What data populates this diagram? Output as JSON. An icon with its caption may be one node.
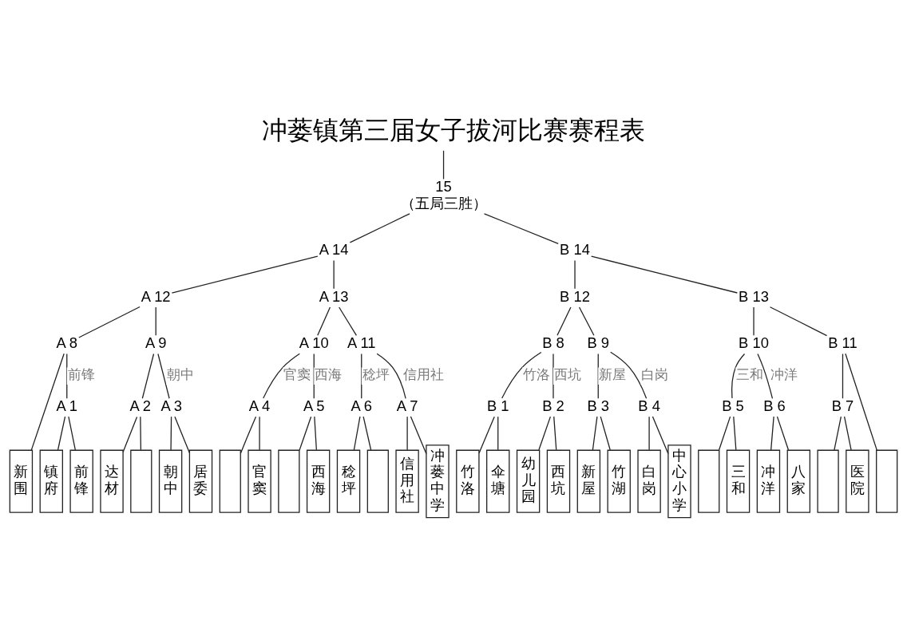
{
  "diagram": {
    "title": "冲蒌镇第三届女子拔河比赛赛程表",
    "nodes": [
      {
        "text": [
          "15",
          "（五局三胜）"
        ]
      },
      {
        "text": [
          "A 14"
        ]
      },
      {
        "text": [
          "B 14"
        ]
      },
      {
        "text": [
          "A 12"
        ]
      },
      {
        "text": [
          "A 13"
        ]
      },
      {
        "text": [
          "B 12"
        ]
      },
      {
        "text": [
          "B 13"
        ]
      },
      {
        "text": [
          "A 8"
        ]
      },
      {
        "text": [
          "A 9"
        ]
      },
      {
        "text": [
          "A 10"
        ]
      },
      {
        "text": [
          "A 11"
        ]
      },
      {
        "text": [
          "B 8"
        ]
      },
      {
        "text": [
          "B 9"
        ]
      },
      {
        "text": [
          "B 10"
        ]
      },
      {
        "text": [
          "B 11"
        ]
      },
      {
        "text": [
          "A 1"
        ]
      },
      {
        "text": [
          "A 2"
        ]
      },
      {
        "text": [
          "A 3"
        ]
      },
      {
        "text": [
          "A 4"
        ]
      },
      {
        "text": [
          "A 5"
        ]
      },
      {
        "text": [
          "A 6"
        ]
      },
      {
        "text": [
          "A 7"
        ]
      },
      {
        "text": [
          "B 1"
        ]
      },
      {
        "text": [
          "B 2"
        ]
      },
      {
        "text": [
          "B 3"
        ]
      },
      {
        "text": [
          "B 4"
        ]
      },
      {
        "text": [
          "B 5"
        ]
      },
      {
        "text": [
          "B 6"
        ]
      },
      {
        "text": [
          "B 7"
        ]
      },
      {
        "text": [
          "新围"
        ]
      },
      {
        "text": [
          "镇府"
        ]
      },
      {
        "text": [
          "前锋"
        ]
      },
      {
        "text": [
          "达材"
        ]
      },
      {
        "text": [],
        "shape": "box"
      },
      {
        "text": [
          "朝中"
        ]
      },
      {
        "text": [
          "居委"
        ]
      },
      {
        "text": [],
        "shape": "box"
      },
      {
        "text": [
          "官窦"
        ]
      },
      {
        "text": [],
        "shape": "box"
      },
      {
        "text": [
          "西海"
        ]
      },
      {
        "text": [
          "稔坪"
        ]
      },
      {
        "text": [],
        "shape": "box"
      },
      {
        "text": [
          "信用社"
        ]
      },
      {
        "text": [
          "冲蒌中学"
        ]
      },
      {
        "text": [
          "竹洛"
        ]
      },
      {
        "text": [
          "伞塘"
        ]
      },
      {
        "text": [
          "幼儿园"
        ]
      },
      {
        "text": [
          "西坑"
        ]
      },
      {
        "text": [
          "新屋"
        ]
      },
      {
        "text": [
          "竹湖"
        ]
      },
      {
        "text": [
          "白岗"
        ]
      },
      {
        "text": [
          "中心小学"
        ]
      },
      {
        "text": [],
        "shape": "box"
      },
      {
        "text": [
          "三和"
        ]
      },
      {
        "text": [
          "冲洋"
        ]
      },
      {
        "text": [
          "八家"
        ]
      },
      {
        "text": [],
        "shape": "box"
      },
      {
        "text": [
          "医院"
        ]
      },
      {
        "text": [],
        "shape": "box"
      }
    ],
    "edges": [
      {
        "from": 29,
        "to": 7,
        "arrow": "none"
      },
      {
        "from": 30,
        "to": 15,
        "arrow": "none"
      },
      {
        "from": 31,
        "to": 15,
        "arrow": "none"
      },
      {
        "from": 32,
        "to": 16,
        "arrow": "none"
      },
      {
        "from": 33,
        "to": 16,
        "arrow": "none"
      },
      {
        "from": 34,
        "to": 17,
        "arrow": "none"
      },
      {
        "from": 35,
        "to": 17,
        "arrow": "none"
      },
      {
        "from": 36,
        "to": 18,
        "arrow": "none"
      },
      {
        "from": 37,
        "to": 18,
        "arrow": "none"
      },
      {
        "from": 38,
        "to": 19,
        "arrow": "none"
      },
      {
        "from": 39,
        "to": 19,
        "arrow": "none"
      },
      {
        "from": 40,
        "to": 20,
        "arrow": "none"
      },
      {
        "from": 41,
        "to": 20,
        "arrow": "none"
      },
      {
        "from": 42,
        "to": 21,
        "arrow": "none"
      },
      {
        "from": 43,
        "to": 21,
        "arrow": "none"
      },
      {
        "from": 44,
        "to": 22,
        "arrow": "none"
      },
      {
        "from": 45,
        "to": 22,
        "arrow": "none"
      },
      {
        "from": 46,
        "to": 23,
        "arrow": "none"
      },
      {
        "from": 47,
        "to": 23,
        "arrow": "none"
      },
      {
        "from": 48,
        "to": 24,
        "arrow": "none"
      },
      {
        "from": 49,
        "to": 24,
        "arrow": "none"
      },
      {
        "from": 50,
        "to": 25,
        "arrow": "none"
      },
      {
        "from": 51,
        "to": 25,
        "arrow": "none"
      },
      {
        "from": 52,
        "to": 26,
        "arrow": "none"
      },
      {
        "from": 53,
        "to": 26,
        "arrow": "none"
      },
      {
        "from": 54,
        "to": 27,
        "arrow": "none"
      },
      {
        "from": 55,
        "to": 27,
        "arrow": "none"
      },
      {
        "from": 56,
        "to": 28,
        "arrow": "none"
      },
      {
        "from": 57,
        "to": 28,
        "arrow": "none"
      },
      {
        "from": 15,
        "to": 7,
        "arrow": "none",
        "label": "前锋"
      },
      {
        "from": 16,
        "to": 8,
        "arrow": "none"
      },
      {
        "from": 17,
        "to": 8,
        "arrow": "none",
        "label": "朝中"
      },
      {
        "from": 18,
        "to": 9,
        "arrow": "none",
        "label": "官窦"
      },
      {
        "from": 19,
        "to": 9,
        "arrow": "none",
        "label": "西海"
      },
      {
        "from": 20,
        "to": 10,
        "arrow": "none",
        "label": "稔坪"
      },
      {
        "from": 21,
        "to": 10,
        "arrow": "none",
        "label": "信用社"
      },
      {
        "from": 22,
        "to": 11,
        "arrow": "none",
        "label": "竹洛"
      },
      {
        "from": 23,
        "to": 11,
        "arrow": "none",
        "label": "西坑"
      },
      {
        "from": 24,
        "to": 12,
        "arrow": "none",
        "label": "新屋"
      },
      {
        "from": 25,
        "to": 12,
        "arrow": "none",
        "label": "白岗"
      },
      {
        "from": 26,
        "to": 13,
        "arrow": "none",
        "label": "三和"
      },
      {
        "from": 27,
        "to": 13,
        "arrow": "none",
        "label": "冲洋"
      },
      {
        "from": 28,
        "to": 14,
        "arrow": "none"
      },
      {
        "from": 58,
        "to": 14,
        "arrow": "none"
      },
      {
        "from": 7,
        "to": 3,
        "arrow": "none"
      },
      {
        "from": 8,
        "to": 3,
        "arrow": "none"
      },
      {
        "from": 9,
        "to": 4,
        "arrow": "none"
      },
      {
        "from": 10,
        "to": 4,
        "arrow": "none"
      },
      {
        "from": 11,
        "to": 5,
        "arrow": "none"
      },
      {
        "from": 12,
        "to": 5,
        "arrow": "none"
      },
      {
        "from": 13,
        "to": 6,
        "arrow": "none"
      },
      {
        "from": 14,
        "to": 6,
        "arrow": "none"
      },
      {
        "from": 3,
        "to": 1,
        "arrow": "none"
      },
      {
        "from": 4,
        "to": 1,
        "arrow": "none"
      },
      {
        "from": 5,
        "to": 2,
        "arrow": "none"
      },
      {
        "from": 6,
        "to": 2,
        "arrow": "none"
      },
      {
        "from": 1,
        "to": 0,
        "arrow": "none"
      },
      {
        "from": 2,
        "to": 0,
        "arrow": "none"
      },
      {
        "from": 0,
        "to": null,
        "arrow": "none"
      }
    ]
  }
}
